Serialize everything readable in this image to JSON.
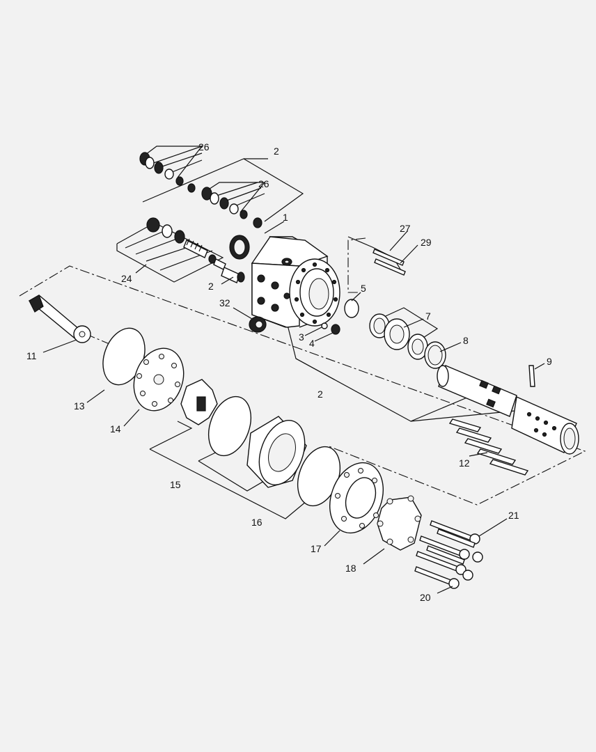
{
  "callouts": {
    "c1": "1",
    "c2a": "2",
    "c2b": "2",
    "c2c": "2",
    "c3": "3",
    "c4": "4",
    "c5": "5",
    "c7": "7",
    "c8": "8",
    "c9": "9",
    "c11": "11",
    "c12": "12",
    "c13": "13",
    "c14": "14",
    "c15": "15",
    "c16": "16",
    "c17": "17",
    "c18": "18",
    "c20": "20",
    "c21": "21",
    "c24": "24",
    "c26a": "26",
    "c26b": "26",
    "c27": "27",
    "c29": "29",
    "c32": "32"
  }
}
